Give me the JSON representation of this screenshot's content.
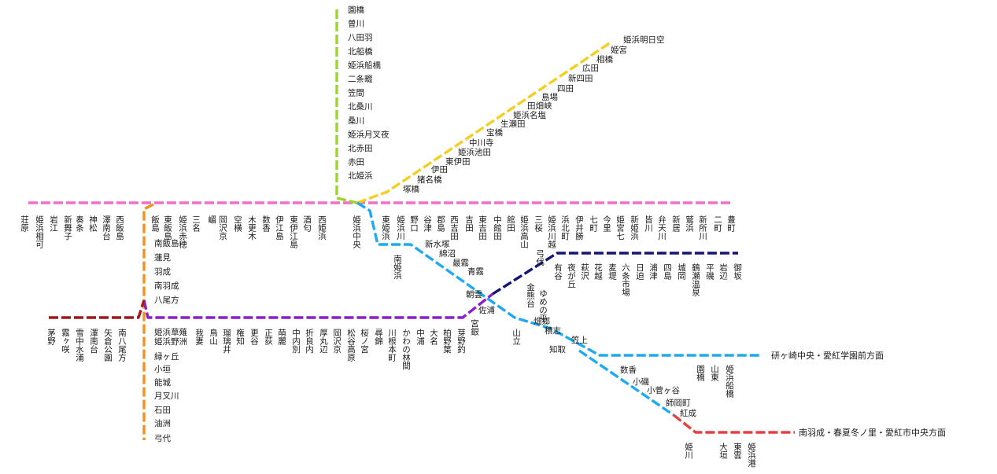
{
  "lines": {
    "pink": {
      "color": "#f06fc8",
      "west": [
        "荘原",
        "姫浜相可",
        "岩江",
        "新舞子",
        "奏条",
        "神松",
        "澤南台",
        "西飯島"
      ],
      "east": [
        "飯島",
        "東飯島",
        "姫浜赤穂",
        "三名",
        "嵋",
        "岡沢京",
        "空横",
        "木更木",
        "数香",
        "伊江島",
        "東伊江島",
        "酒匂",
        "西姫浜",
        "姫浜中央",
        "東姫浜",
        "姫浜川",
        "野口",
        "谷津",
        "郡島",
        "西吉田",
        "吉田",
        "東吉田",
        "中館田",
        "館田",
        "姫浜高山",
        "三桜",
        "姫浜川越",
        "浜北町",
        "伊井勝",
        "七町",
        "今里",
        "姫宮七",
        "新姫浜",
        "皆川",
        "弁天川",
        "新居",
        "鷲浜",
        "新所川",
        "二町",
        "豊町"
      ]
    },
    "green": {
      "color": "#9bd52a",
      "stations": [
        "園橋",
        "曽川",
        "八田羽",
        "北船橋",
        "姫浜船橋",
        "二条畷",
        "笠間",
        "北桑川",
        "桑川",
        "姫浜月叉夜",
        "北赤田",
        "赤田",
        "北姫浜"
      ]
    },
    "yellow": {
      "color": "#f2cf21",
      "stations": [
        "塚橋",
        "猪名橋",
        "伊田",
        "東伊田",
        "姫浜池田",
        "中川寺",
        "宝橋",
        "生瀬田",
        "姫浜名塩",
        "田畑峡",
        "島場",
        "四田",
        "新四田",
        "広田",
        "相橋",
        "姫宮",
        "姫浜明日空"
      ]
    },
    "orange": {
      "color": "#f5901e",
      "stations": [
        "南飯島",
        "蓮見",
        "羽成",
        "南羽成",
        "八尾方",
        "姫浜草薙",
        "姫浜野洲",
        "緑ヶ丘",
        "小垣",
        "能城",
        "月叉川",
        "石田",
        "油洲",
        "弓代"
      ]
    },
    "blue": {
      "color": "#1eaaf0",
      "stations": [
        "南姫浜",
        "新水塚",
        "綿沼",
        "最霧",
        "青霧",
        "朝雲",
        "山立",
        "畑郷",
        "積志",
        "笠上",
        "知取",
        "数香",
        "小磯",
        "小菅ヶ谷",
        "師岡町",
        "紅成"
      ],
      "destination": "研ヶ崎中央・愛紅学園前方面",
      "branch_stations": [
        "園橋",
        "山東",
        "姫浜船橋"
      ]
    },
    "navy": {
      "color": "#141478",
      "stations": [
        "弓代",
        "有谷",
        "夜が丘",
        "萩沢",
        "花越",
        "麦堤",
        "六条市場",
        "日迫",
        "浦津",
        "四島",
        "城岡",
        "鶴瀬温泉",
        "平磯",
        "岩辺",
        "御坂"
      ]
    },
    "purple": {
      "color": "#8a1ec8",
      "stations": [
        "我妻",
        "鳥山",
        "瑠璃井",
        "権知",
        "更谷",
        "正荻",
        "萌麗",
        "中内別",
        "折良内",
        "厚丸辺",
        "岡沢京",
        "松谷高原",
        "桜ノ宮",
        "尋錦",
        "川根本町",
        "かわの林間",
        "中浦",
        "大名",
        "柏野葉",
        "芽野釣",
        "宮銀",
        "佐浦"
      ]
    },
    "darkred": {
      "color": "#a01818",
      "stations": [
        "茅野",
        "霧ヶ咲",
        "雪中水浦",
        "澤南台",
        "矢倉公園",
        "南八尾方"
      ]
    },
    "red": {
      "color": "#e84040",
      "stations": [
        "姫川",
        "大垣",
        "東雲",
        "姫浜港"
      ],
      "destination": "南羽成・春夏冬ノ里・愛紅市中央方面"
    },
    "kumano": {
      "station": "ゆめの平"
    },
    "kinkuma": {
      "station": "金熊台"
    }
  }
}
